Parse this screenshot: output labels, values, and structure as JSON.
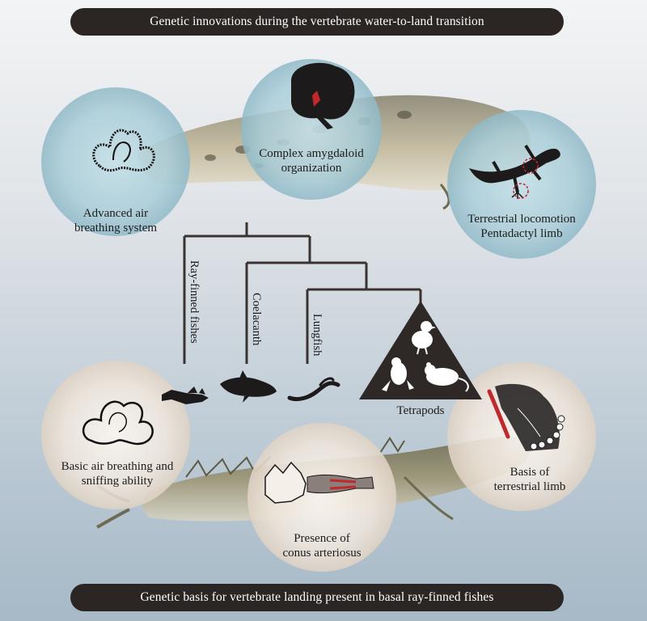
{
  "header": {
    "title": "Genetic innovations during the vertebrate water-to-land transition"
  },
  "footer": {
    "caption": "Genetic basis for vertebrate landing present in basal ray-finned fishes"
  },
  "top_circles": {
    "air_breathing": {
      "line1": "Advanced air",
      "line2": "breathing system"
    },
    "amygdala": {
      "line1": "Complex amygdaloid",
      "line2": "organization"
    },
    "limb": {
      "line1": "Terrestrial locomotion",
      "line2": "Pentadactyl limb"
    }
  },
  "tree": {
    "taxa": {
      "ray_finned": "Ray-finned fishes",
      "coelacanth": "Coelacanth",
      "lungfish": "Lungfish",
      "tetrapods": "Tetrapods"
    }
  },
  "bottom_circles": {
    "basic_air": {
      "line1": "Basic air breathing and",
      "line2": "sniffing ability"
    },
    "conus": {
      "line1": "Presence of",
      "line2": "conus arteriosus"
    },
    "limb_basis": {
      "line1": "Basis of",
      "line2": "terrestrial limb"
    }
  },
  "colors": {
    "banner": "#2b2523",
    "top_circle": "#a9cdd8",
    "bottom_circle": "#efe6dc",
    "tree_line": "#3a3330",
    "highlight_red": "#c0282c"
  }
}
